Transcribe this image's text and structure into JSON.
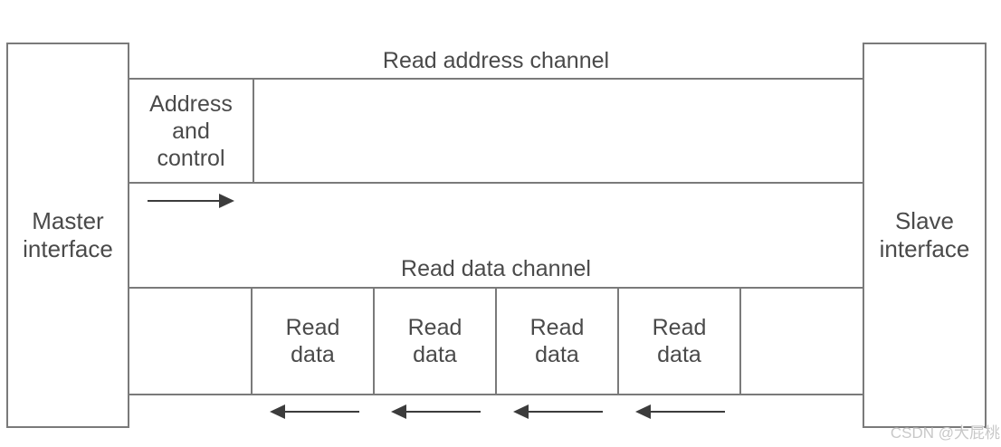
{
  "diagram": {
    "master_box": {
      "line1": "Master",
      "line2": "interface"
    },
    "slave_box": {
      "line1": "Slave",
      "line2": "interface"
    },
    "read_address_channel": {
      "title": "Read address channel",
      "address_control_box": {
        "line1": "Address",
        "line2": "and",
        "line3": "control"
      },
      "arrow_direction": "right",
      "arrow_count": 1
    },
    "read_data_channel": {
      "title": "Read data channel",
      "boxes": [
        {
          "line1": "Read",
          "line2": "data"
        },
        {
          "line1": "Read",
          "line2": "data"
        },
        {
          "line1": "Read",
          "line2": "data"
        },
        {
          "line1": "Read",
          "line2": "data"
        }
      ],
      "arrow_direction": "left",
      "arrow_count": 4
    },
    "watermark": "CSDN @大屁桃",
    "colors": {
      "line": "#7a7a7a",
      "text": "#4a4a4a",
      "arrow": "#3c3c3c",
      "watermark": "#c8c8c8",
      "background": "#ffffff"
    }
  }
}
